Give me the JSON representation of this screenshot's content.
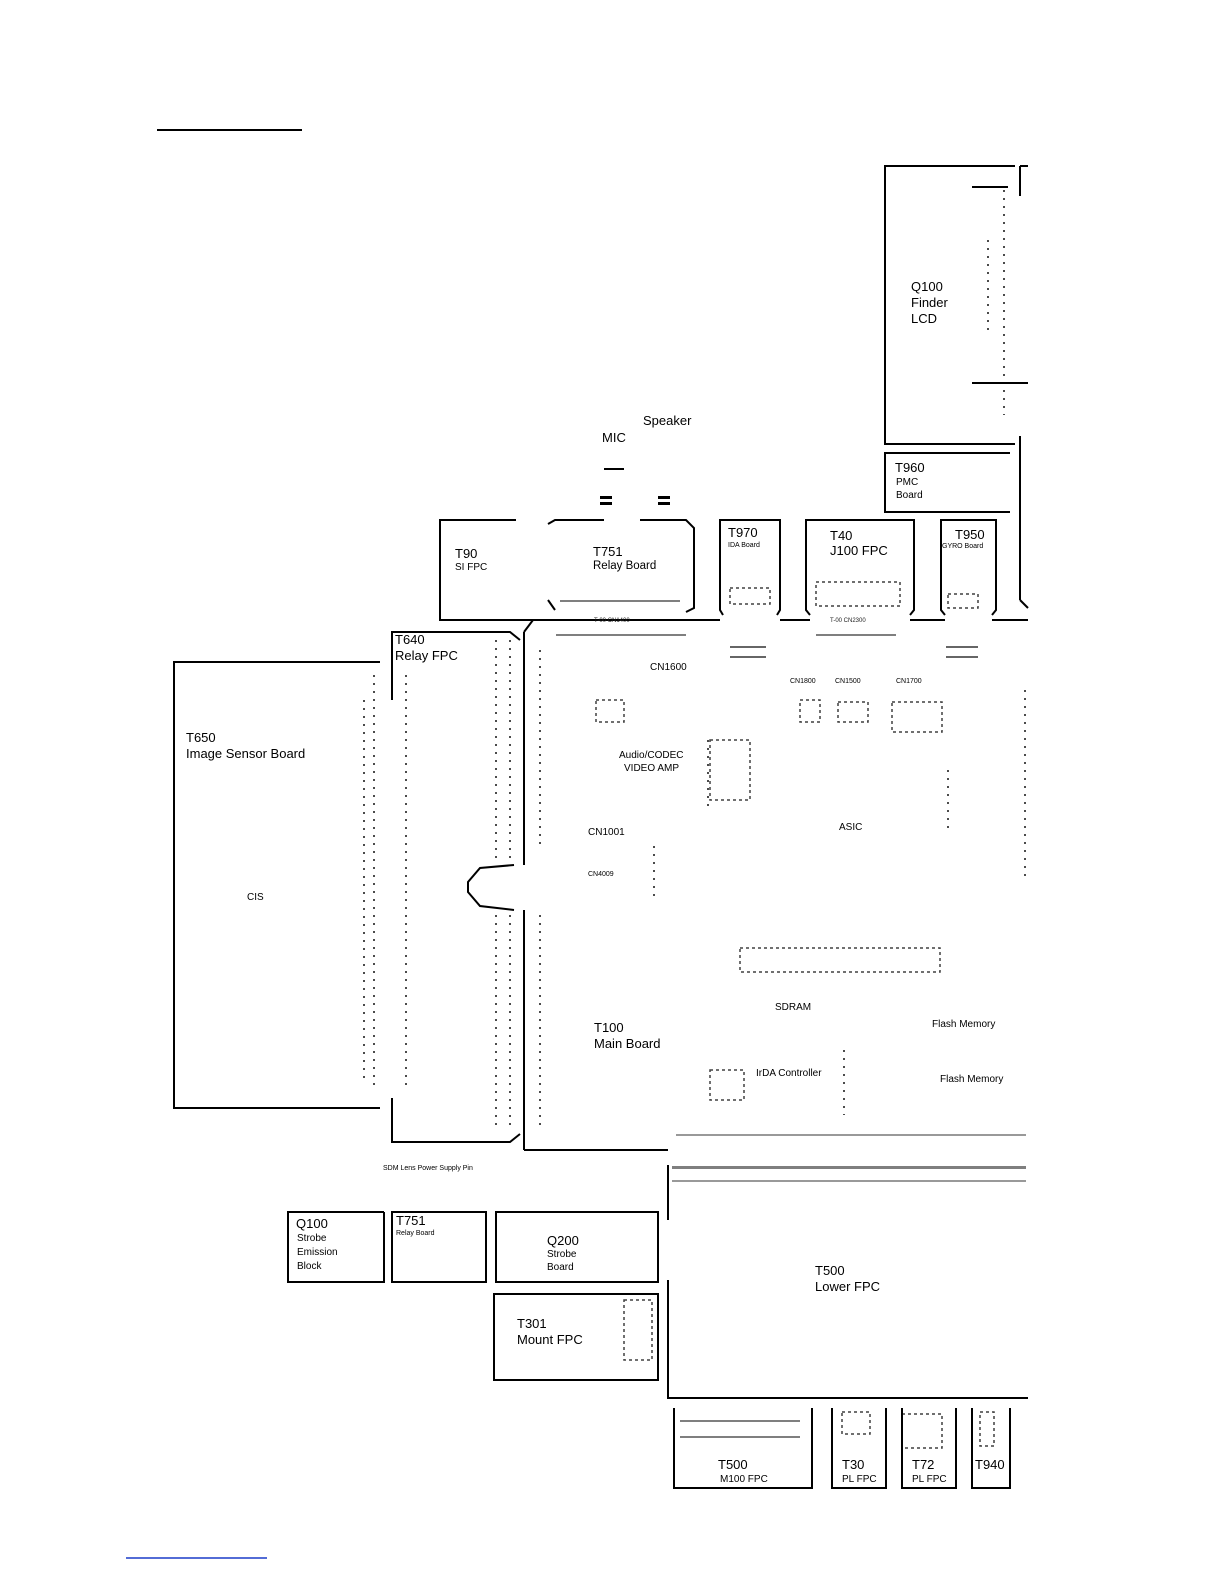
{
  "boards": {
    "finder_lcd": {
      "id": "Q100",
      "line2": "Finder",
      "line3": "LCD"
    },
    "speaker": "Speaker",
    "mic": "MIC",
    "pmc": {
      "id": "T960",
      "line2": "PMC",
      "line3": "Board"
    },
    "si_fpc": {
      "id": "T90",
      "line2": "SI FPC"
    },
    "relay_board_top": {
      "id": "T751",
      "line2": "Relay Board"
    },
    "ida_board": {
      "id": "T970",
      "line2": "IDA Board"
    },
    "j100_fpc": {
      "id": "T40",
      "line2": "J100 FPC"
    },
    "gyro_board": {
      "id": "T950",
      "line2": "GYRO Board"
    },
    "relay_fpc": {
      "id": "T640",
      "line2": "Relay FPC"
    },
    "image_sensor": {
      "id": "T650",
      "line2": "Image Sensor Board",
      "chip": "CIS"
    },
    "main_board": {
      "id": "T100",
      "line2": "Main Board"
    },
    "strobe_emission": {
      "id": "Q100",
      "line2": "Strobe",
      "line3": "Emission",
      "line4": "Block"
    },
    "relay_board_bottom": {
      "id": "T751",
      "line2": "Relay Board"
    },
    "strobe_board": {
      "id": "Q200",
      "line2": "Strobe",
      "line3": "Board"
    },
    "lower_fpc": {
      "id": "T500",
      "line2": "Lower FPC"
    },
    "mount_fpc": {
      "id": "T301",
      "line2": "Mount FPC"
    },
    "m100_fpc": {
      "id": "T500",
      "line2": "M100 FPC"
    },
    "pl_fpc_30": {
      "id": "T30",
      "line2": "PL FPC"
    },
    "pl_fpc_72": {
      "id": "T72",
      "line2": "PL FPC"
    },
    "t940": {
      "id": "T940"
    }
  },
  "main_labels": {
    "cn1400": "T-00 CN1400",
    "cn2300": "T-00 CN2300",
    "cn1600": "CN1600",
    "cn1001": "CN1001",
    "cn4009": "CN4009",
    "audio_video": "Audio/CODEC",
    "video_amp": "VIDEO AMP",
    "asic": "ASIC",
    "sdram": "SDRAM",
    "flash_memory_1": "Flash Memory",
    "flash_memory_2": "Flash Memory",
    "ida_controller": "IrDA Controller",
    "cn1800": "CN1800",
    "cn1500": "CN1500",
    "cn1700": "CN1700",
    "sdm_power": "SDM Lens Power Supply Pin"
  }
}
